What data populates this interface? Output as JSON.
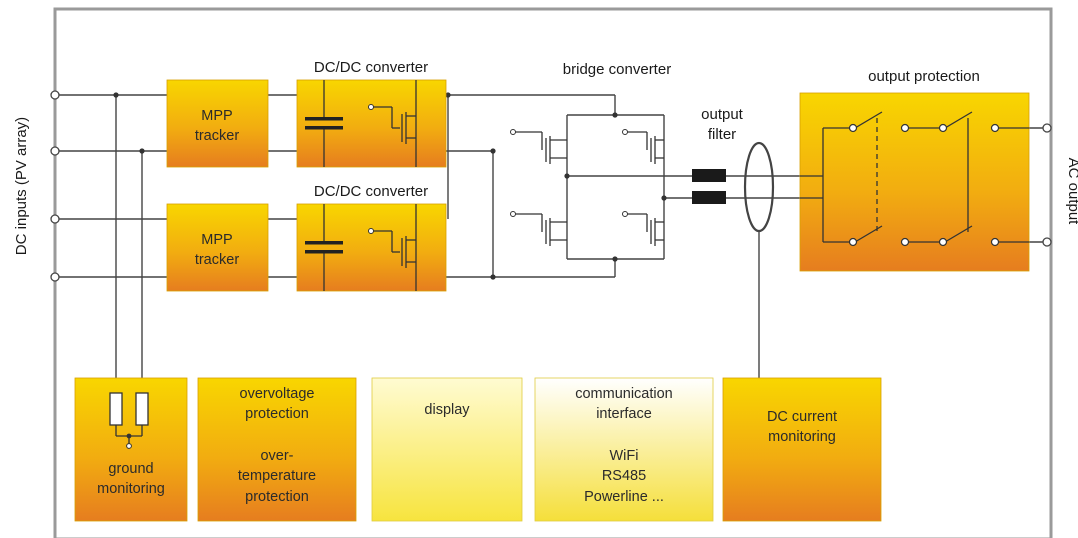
{
  "labels": {
    "dc_inputs": "DC inputs (PV array)",
    "ac_output": "AC output",
    "dcdc_top": "DC/DC converter",
    "dcdc_bottom": "DC/DC converter",
    "bridge": "bridge converter",
    "output_filter_1": "output",
    "output_filter_2": "filter",
    "output_protection": "output protection"
  },
  "mpp_top": {
    "line1": "MPP",
    "line2": "tracker"
  },
  "mpp_bottom": {
    "line1": "MPP",
    "line2": "tracker"
  },
  "blocks": {
    "ground": {
      "line1": "ground",
      "line2": "monitoring"
    },
    "protection": {
      "line1": "overvoltage",
      "line2": "protection",
      "line3": "over-",
      "line4": "temperature",
      "line5": "protection"
    },
    "display": {
      "line1": "display"
    },
    "comm": {
      "line1": "communication",
      "line2": "interface",
      "line3": "WiFi",
      "line4": "RS485",
      "line5": "Powerline ..."
    },
    "dc_current": {
      "line1": "DC current",
      "line2": "monitoring"
    }
  },
  "colors": {
    "orange_top": "#f7d000",
    "orange_bottom": "#e8801e",
    "yellow_top": "#fff8b0",
    "yellow_bottom": "#f6e23a",
    "frame": "#9a9a9a",
    "wire": "#444444"
  }
}
